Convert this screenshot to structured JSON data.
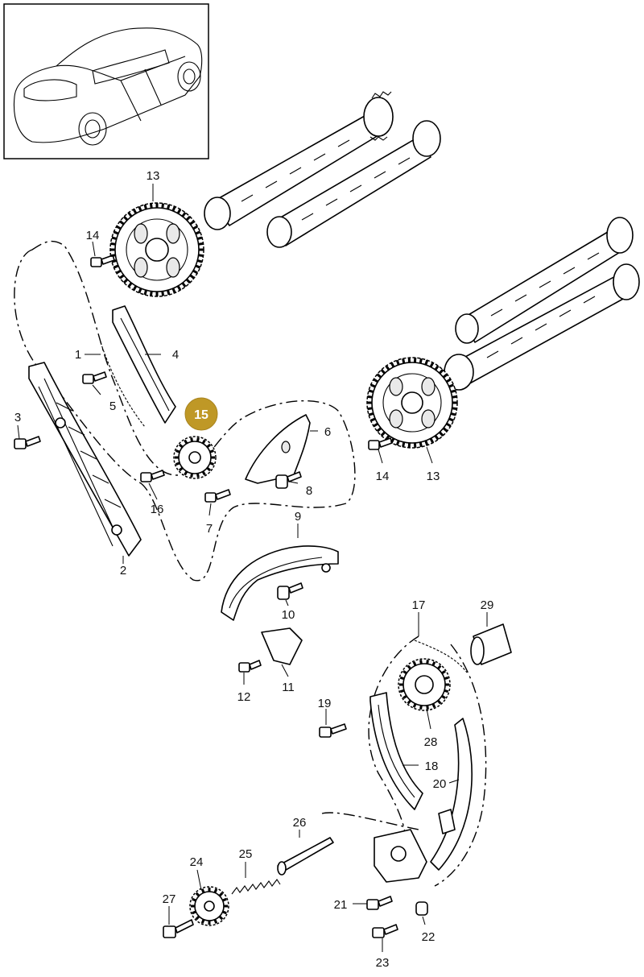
{
  "labels": {
    "p1": "1",
    "p2": "2",
    "p3": "3",
    "p4": "4",
    "p5": "5",
    "p6": "6",
    "p7": "7",
    "p8": "8",
    "p9": "9",
    "p10": "10",
    "p11": "11",
    "p12": "12",
    "p13a": "13",
    "p13b": "13",
    "p14a": "14",
    "p14b": "14",
    "p15": "15",
    "p16": "16",
    "p17": "17",
    "p18": "18",
    "p19": "19",
    "p20": "20",
    "p21": "21",
    "p22": "22",
    "p23": "23",
    "p24": "24",
    "p25": "25",
    "p26": "26",
    "p27": "27",
    "p28": "28",
    "p29": "29"
  },
  "highlight": {
    "part": "15",
    "color": "#bf9826"
  }
}
